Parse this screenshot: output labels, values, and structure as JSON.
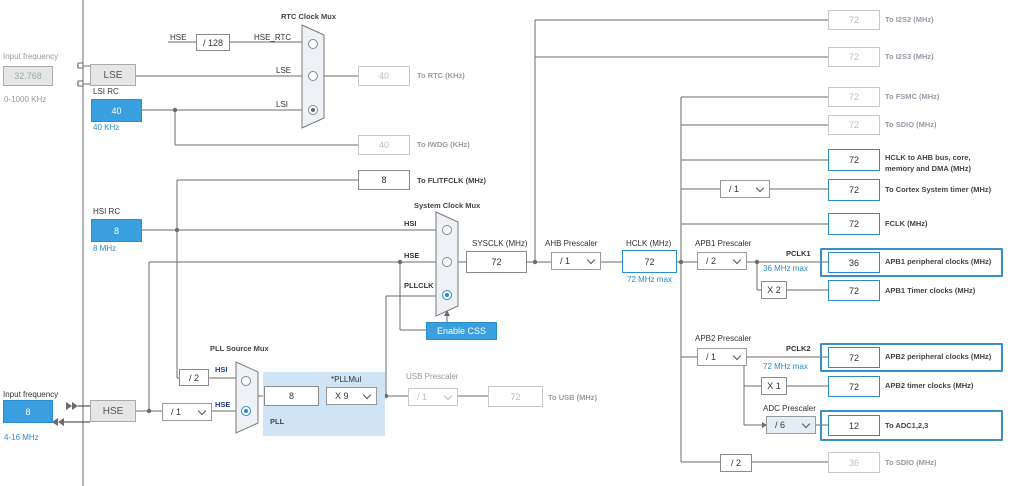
{
  "inputs": {
    "input_frequency_label": "Input frequency",
    "lse_value": "32.768",
    "lse_range": "0-1000 KHz",
    "lse_label": "LSE",
    "lsi_label": "LSI RC",
    "lsi_value": "40",
    "lsi_unit": "40 KHz",
    "hsi_label": "HSI RC",
    "hsi_value": "8",
    "hsi_unit": "8 MHz",
    "hse_input_label": "Input frequency",
    "hse_value": "8",
    "hse_range": "4-16 MHz",
    "hse_label": "HSE"
  },
  "rtc": {
    "mux_title": "RTC Clock Mux",
    "hse_in": "HSE",
    "div128": "/ 128",
    "hse_rtc": "HSE_RTC",
    "lse_in": "LSE",
    "lsi_in": "LSI",
    "rtc_value": "40",
    "rtc_label": "To RTC (KHz)",
    "iwdg_value": "40",
    "iwdg_label": "To IWDG (KHz)"
  },
  "flitf": {
    "value": "8",
    "label": "To FLITFCLK (MHz)"
  },
  "sysmux": {
    "title": "System Clock Mux",
    "hsi": "HSI",
    "hse": "HSE",
    "pllclk": "PLLCLK",
    "enable_css": "Enable CSS"
  },
  "sysclk": {
    "label": "SYSCLK (MHz)",
    "value": "72"
  },
  "ahb": {
    "label": "AHB Prescaler",
    "value": "/ 1"
  },
  "hclk": {
    "label": "HCLK (MHz)",
    "value": "72",
    "max": "72 MHz max"
  },
  "pll": {
    "mux_title": "PLL Source Mux",
    "hsi": "HSI",
    "hse": "HSE",
    "hsi_div": "/ 2",
    "hse_div": "/ 1",
    "pll_value": "8",
    "pllmul_label": "*PLLMul",
    "pllmul_value": "X 9",
    "pll_label": "PLL"
  },
  "usb": {
    "label": "USB Prescaler",
    "prescaler": "/ 1",
    "value": "72",
    "out": "To USB (MHz)"
  },
  "outputs": {
    "i2s2_value": "72",
    "i2s2_label": "To I2S2 (MHz)",
    "i2s3_value": "72",
    "i2s3_label": "To I2S3 (MHz)",
    "fsmc_value": "72",
    "fsmc_label": "To FSMC (MHz)",
    "sdio_value": "72",
    "sdio_label": "To SDIO (MHz)",
    "hclk_ahb_value": "72",
    "hclk_ahb_label1": "HCLK to AHB bus, core,",
    "hclk_ahb_label2": "memory and DMA (MHz)",
    "cortex_div": "/ 1",
    "cortex_value": "72",
    "cortex_label": "To Cortex System timer (MHz)",
    "fclk_value": "72",
    "fclk_label": "FCLK (MHz)",
    "sdio2_div": "/ 2",
    "sdio2_value": "36",
    "sdio2_label": "To SDIO (MHz)"
  },
  "apb1": {
    "label": "APB1 Prescaler",
    "prescaler": "/ 2",
    "pclk": "PCLK1",
    "max": "36 MHz max",
    "periph_value": "36",
    "periph_label": "APB1 peripheral clocks (MHz)",
    "timer_mul": "X 2",
    "timer_value": "72",
    "timer_label": "APB1 Timer clocks (MHz)"
  },
  "apb2": {
    "label": "APB2 Prescaler",
    "prescaler": "/ 1",
    "pclk": "PCLK2",
    "max": "72 MHz max",
    "periph_value": "72",
    "periph_label": "APB2 peripheral clocks (MHz)",
    "timer_mul": "X 1",
    "timer_value": "72",
    "timer_label": "APB2 timer clocks (MHz)",
    "adc_label": "ADC Prescaler",
    "adc_prescaler": "/ 6",
    "adc_value": "12",
    "adc_out": "To ADC1,2,3"
  }
}
